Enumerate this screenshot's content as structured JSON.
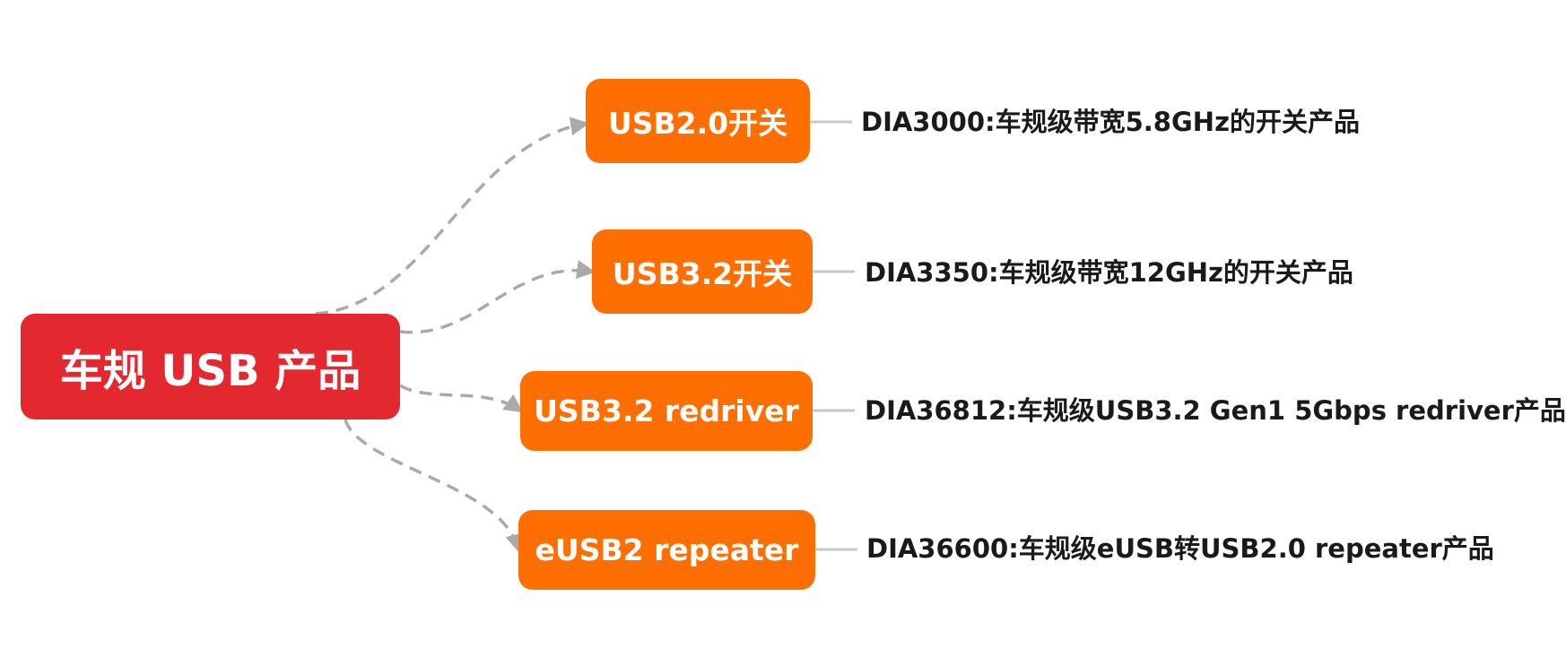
{
  "root": {
    "label": "车规 USB 产品",
    "color": "#E3282F"
  },
  "branch_color": "#FF6E00",
  "connector_color": "#AAAAAA",
  "branches": [
    {
      "label": "USB2.0开关",
      "leaf": "DIA3000:车规级带宽5.8GHz的开关产品"
    },
    {
      "label": "USB3.2开关",
      "leaf": "DIA3350:车规级带宽12GHz的开关产品"
    },
    {
      "label": "USB3.2 redriver",
      "leaf": "DIA36812:车规级USB3.2 Gen1 5Gbps redriver产品"
    },
    {
      "label": "eUSB2 repeater",
      "leaf": "DIA36600:车规级eUSB转USB2.0 repeater产品"
    }
  ]
}
